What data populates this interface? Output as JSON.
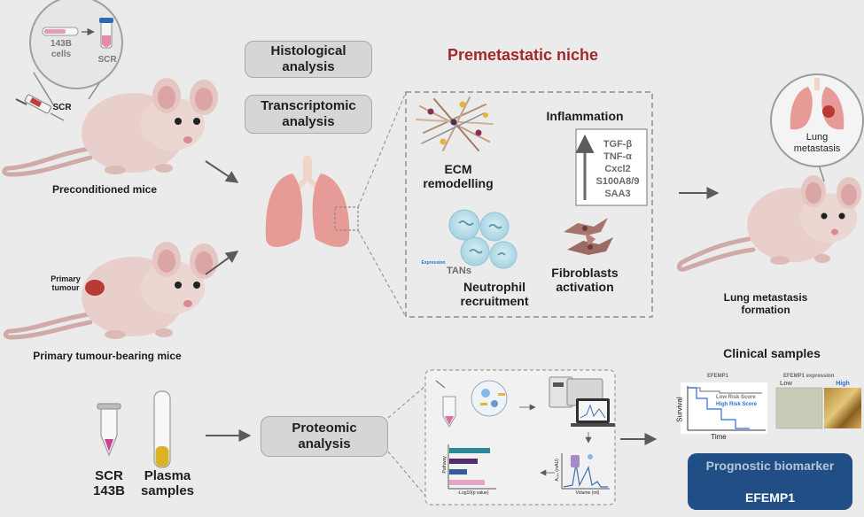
{
  "title": "Premetastatic niche",
  "inset_cells": "143B\ncells",
  "inset_scr": "SCR",
  "injection_label": "SCR",
  "preconditioned_label": "Preconditioned mice",
  "primary_tumour_label": "Primary\ntumour",
  "tumour_bearing_label": "Primary tumour-bearing mice",
  "histological_label": "Histological\nanalysis",
  "transcriptomic_label": "Transcriptomic\nanalysis",
  "ecm_label": "ECM\nremodelling",
  "inflammation_label": "Inflammation",
  "inflammation_markers": [
    "TGF-β",
    "TNF-α",
    "Cxcl2",
    "S100A8/9",
    "SAA3"
  ],
  "expression_small": "Expression",
  "tans_label": "TANs",
  "neutrophil_label": "Neutrophil\nrecruitment",
  "fibroblasts_label": "Fibroblasts\nactivation",
  "lung_meta_bubble": "Lung\nmetastasis",
  "lung_meta_formation": "Lung metastasis\nformation",
  "scr_143b_label": "SCR\n143B",
  "plasma_label": "Plasma\nsamples",
  "proteomic_label": "Proteomic\nanalysis",
  "clinical_title": "Clinical samples",
  "survival_title": "EFEMP1",
  "survival_ylabel": "Survival",
  "survival_xlabel": "Time",
  "low_risk_label": "Low Risk Score",
  "high_risk_label": "High Risk Score",
  "expression_title": "EFEMP1 expression",
  "expr_low": "Low",
  "expr_high": "High",
  "biomarker_title": "Prognostic biomarker",
  "biomarker_name": "EFEMP1",
  "bar_ylabel": "Pathway",
  "bar_xlabel": "-Log10(p value)",
  "spectrum_ylabel": "A₂₈₀ (mAU)",
  "spectrum_xlabel": "Volume (ml)",
  "colors": {
    "title_red": "#a3282a",
    "biomarker_bg": "#214e85",
    "high_risk_blue": "#2d6fd1",
    "mouse_fill": "#e8cfcb",
    "lung_fill": "#e79b96"
  }
}
